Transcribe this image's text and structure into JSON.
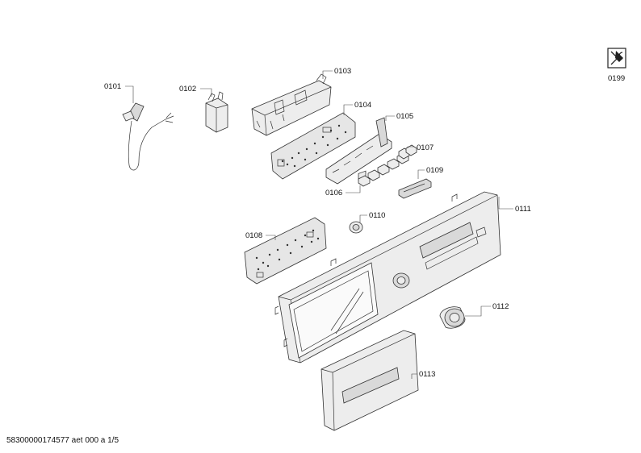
{
  "labels": {
    "p0101": "0101",
    "p0102": "0102",
    "p0103": "0103",
    "p0104": "0104",
    "p0105": "0105",
    "p0106": "0106",
    "p0107": "0107",
    "p0108": "0108",
    "p0109": "0109",
    "p0110": "0110",
    "p0111": "0111",
    "p0112": "0112",
    "p0113": "0113",
    "p0199": "0199"
  },
  "footer": "58300000174577 aet 000 a 1/5",
  "icons": {
    "service": "wrench-screwdriver-icon"
  }
}
